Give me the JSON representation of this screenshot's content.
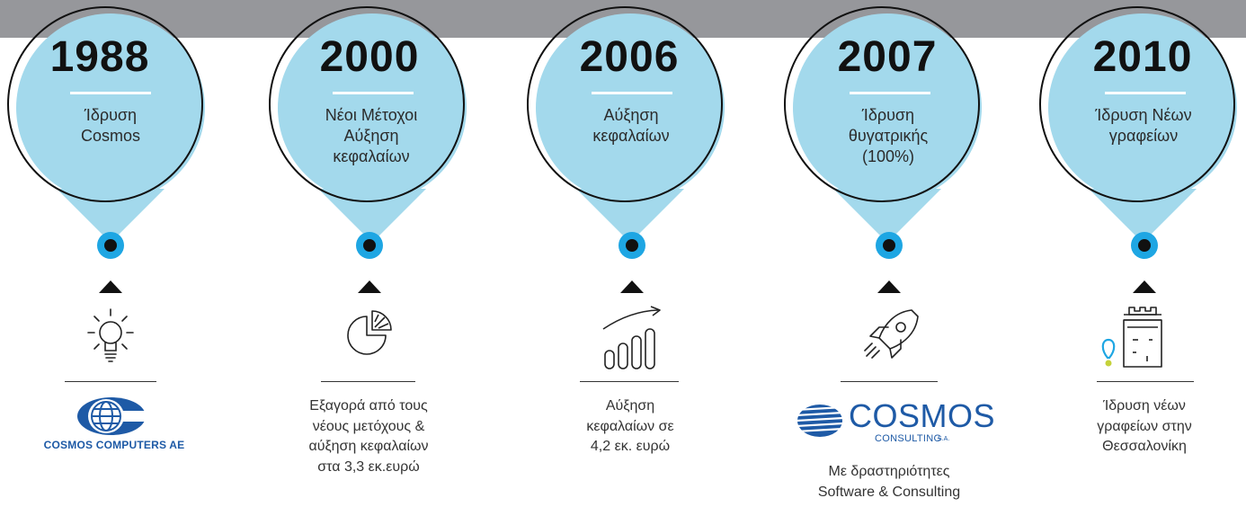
{
  "colors": {
    "band": "#96979b",
    "bubble": "#a3d9ec",
    "dot": "#1ea6e3",
    "dark": "#111111",
    "logo_blue": "#1e5aa6"
  },
  "milestones": [
    {
      "year": "1988",
      "title": "Ίδρυση\nCosmos",
      "icon": "lightbulb-icon",
      "logo_text": "COSMOS COMPUTERS AE",
      "desc": ""
    },
    {
      "year": "2000",
      "title": "Νέοι Μέτοχοι\nΑύξηση\nκεφαλαίων",
      "icon": "pie-chart-icon",
      "desc": "Εξαγορά από τους\nνέους μετόχους &\nαύξηση κεφαλαίων\nστα 3,3 εκ.ευρώ"
    },
    {
      "year": "2006",
      "title": "Αύξηση\nκεφαλαίων",
      "icon": "growth-chart-icon",
      "desc": "Αύξηση\nκεφαλαίων σε\n4,2 εκ. ευρώ"
    },
    {
      "year": "2007",
      "title": "Ίδρυση\nθυγατρικής\n(100%)",
      "icon": "rocket-icon",
      "logo_text": "COSMOS",
      "logo_sub": "CONSULTING",
      "logo_suffix": "S.A.",
      "desc": "Με δραστηριότητες\nSoftware & Consulting"
    },
    {
      "year": "2010",
      "title": "Ίδρυση Νέων\nγραφείων",
      "icon": "white-tower-icon",
      "desc": "Ίδρυση νέων\nγραφείων στην\nΘεσσαλονίκη"
    }
  ]
}
